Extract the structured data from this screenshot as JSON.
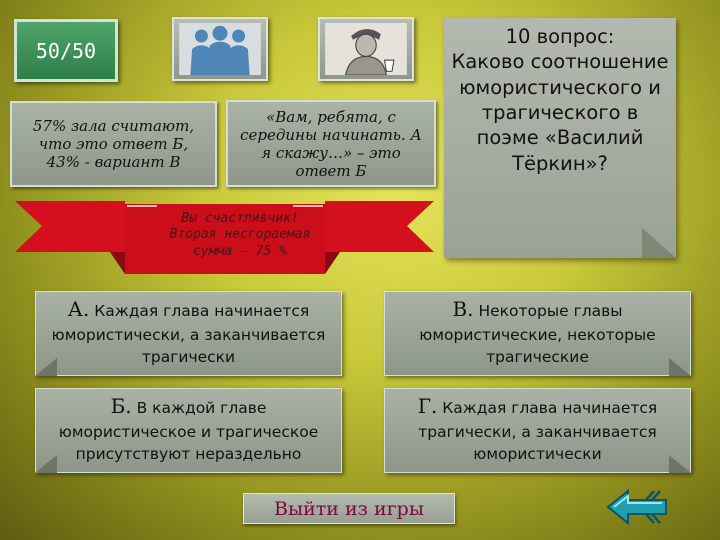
{
  "lifelines": {
    "fifty_fifty": "50/50",
    "hall_hint": "57% зала считают, что это ответ Б, 43% - вариант В",
    "friend_hint": "«Вам, ребята, с середины начинать. А я скажу…» – это ответ Б"
  },
  "ribbon": {
    "line1": "Вы счастливчик!",
    "line2": "Вторая несгораемая",
    "line3": "сумма – 75 %"
  },
  "question": {
    "number": "10 вопрос:",
    "text": "Каково соотношение юмористического и трагического в поэме «Василий Тёркин»?"
  },
  "answers": {
    "a": {
      "letter": "А.",
      "text": "Каждая глава начинается юмористически, а заканчивается трагически"
    },
    "b": {
      "letter": "Б.",
      "text": "В каждой главе юмористическое и трагическое присутствуют нераздельно"
    },
    "v": {
      "letter": "В.",
      "text": "Некоторые главы юмористические, некоторые трагические"
    },
    "g": {
      "letter": "Г.",
      "text": "Каждая глава начинается трагически, а заканчивается юмористически"
    }
  },
  "exit_label": "Выйти из игры",
  "icons": {
    "hall": "audience-icon",
    "friend": "friend-portrait-icon",
    "back": "back-arrow-icon"
  },
  "colors": {
    "fifty_button": "#3f9158",
    "ribbon": "#d4101e",
    "exit_text": "#7a0a3c"
  }
}
